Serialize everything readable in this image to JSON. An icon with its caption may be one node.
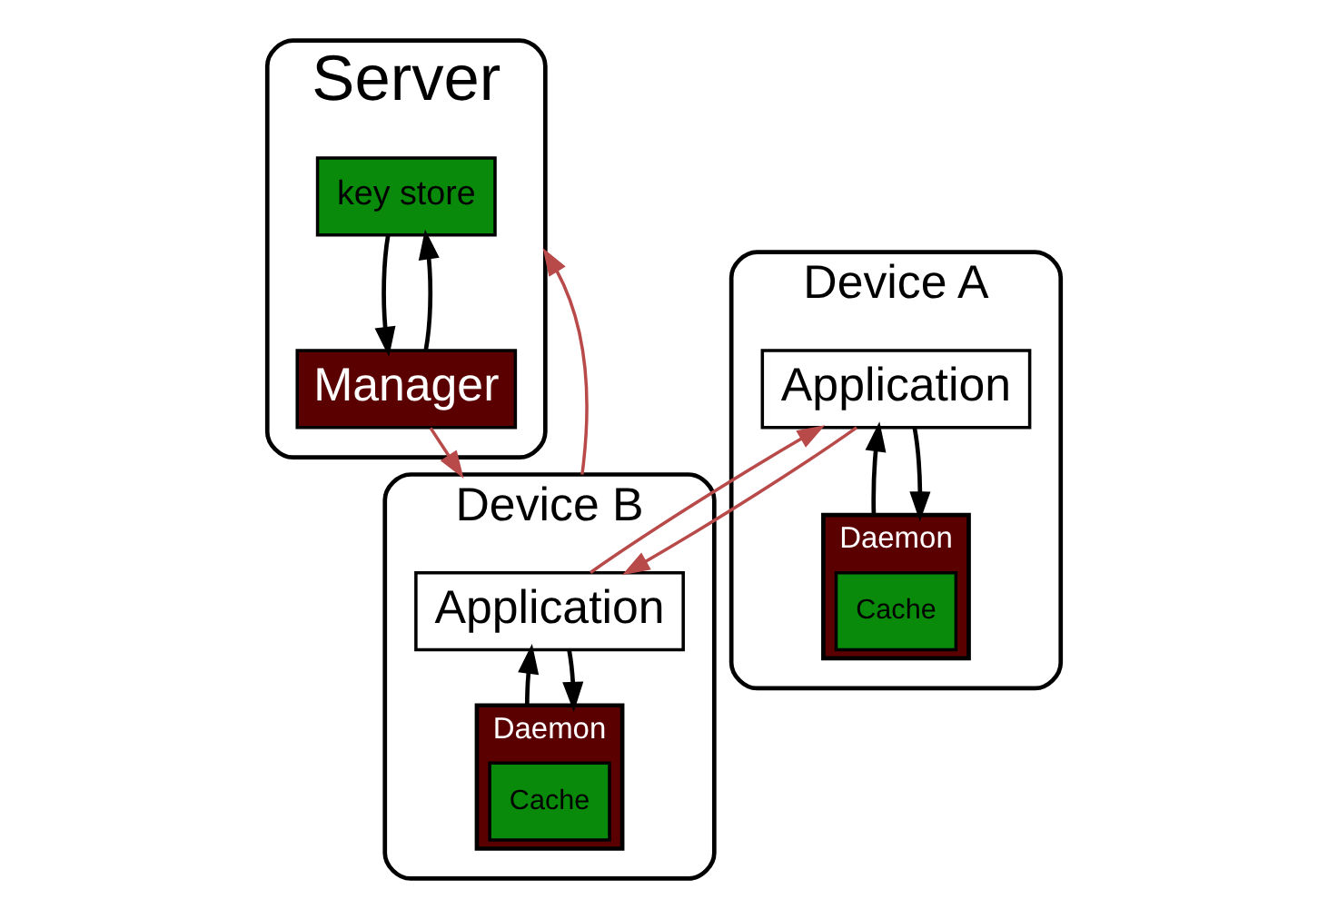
{
  "diagram": {
    "nodes": [
      {
        "text": [
          "Server"
        ]
      },
      {
        "text": [
          "key store"
        ],
        "in": 0
      },
      {
        "text": [
          "Manager"
        ],
        "in": 0
      },
      {
        "text": [
          "Device A"
        ]
      },
      {
        "text": [
          "Application"
        ],
        "in": 3
      },
      {
        "text": [
          "Daemon"
        ],
        "in": 3
      },
      {
        "text": [
          "Cache"
        ],
        "in": 5
      },
      {
        "text": [
          "Device B"
        ]
      },
      {
        "text": [
          "Application"
        ],
        "in": 7
      },
      {
        "text": [
          "Daemon"
        ],
        "in": 7
      },
      {
        "text": [
          "Cache"
        ],
        "in": 9
      }
    ],
    "edges": [
      {
        "from": 2,
        "to": 1,
        "arrow": "to"
      },
      {
        "from": 1,
        "to": 2,
        "arrow": "to"
      },
      {
        "from": 5,
        "to": 4,
        "arrow": "to"
      },
      {
        "from": 4,
        "to": 5,
        "arrow": "to"
      },
      {
        "from": 9,
        "to": 8,
        "arrow": "to"
      },
      {
        "from": 8,
        "to": 9,
        "arrow": "to"
      },
      {
        "from": 2,
        "to": 7,
        "arrow": "to",
        "color": "#b84a4a"
      },
      {
        "from": 7,
        "to": 0,
        "arrow": "to",
        "color": "#b84a4a"
      },
      {
        "from": 4,
        "to": 8,
        "arrow": "to",
        "color": "#b84a4a"
      },
      {
        "from": 8,
        "to": 4,
        "arrow": "to",
        "color": "#b84a4a"
      }
    ]
  }
}
